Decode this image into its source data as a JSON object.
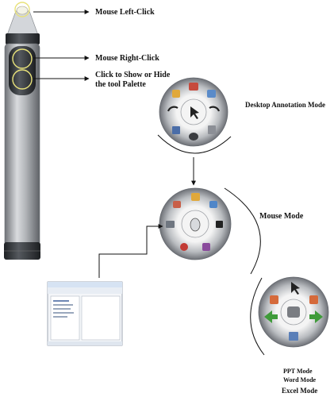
{
  "labels": {
    "mouse_left_click": "Mouse Left-Click",
    "mouse_right_click": "Mouse Right-Click",
    "toggle_palette": "Click to Show or Hide the tool Palette",
    "desktop_annotation_mode": "Desktop Annotation Mode",
    "mouse_mode": "Mouse Mode",
    "ppt_mode": "PPT Mode",
    "word_mode": "Word Mode",
    "excel_mode": "Excel Mode"
  },
  "colors": {
    "pen_body": "#a7aaae",
    "pen_grip": "#3a3d41",
    "highlight_ring": "#e8e27a",
    "palette_ring": "#7c7f85",
    "palette_center": "#f2f2f2",
    "green_arrow": "#3f9b3a",
    "window_title": "#d6e3f3"
  },
  "icons": {
    "palette1": [
      "pen-icon",
      "marker-icon",
      "image-icon",
      "redo-icon",
      "page-icon",
      "eraser-icon",
      "undo-icon",
      "save-icon"
    ],
    "palette2": [
      "pen-icon",
      "camera-icon",
      "pause-icon",
      "cursor-icon",
      "snapshot-icon",
      "record-icon",
      "screen-icon",
      "gear-icon"
    ],
    "palette3": [
      "cursor-icon",
      "paint-icon",
      "next-arrow-icon",
      "document-icon",
      "prev-arrow-icon",
      "brush-icon"
    ]
  }
}
